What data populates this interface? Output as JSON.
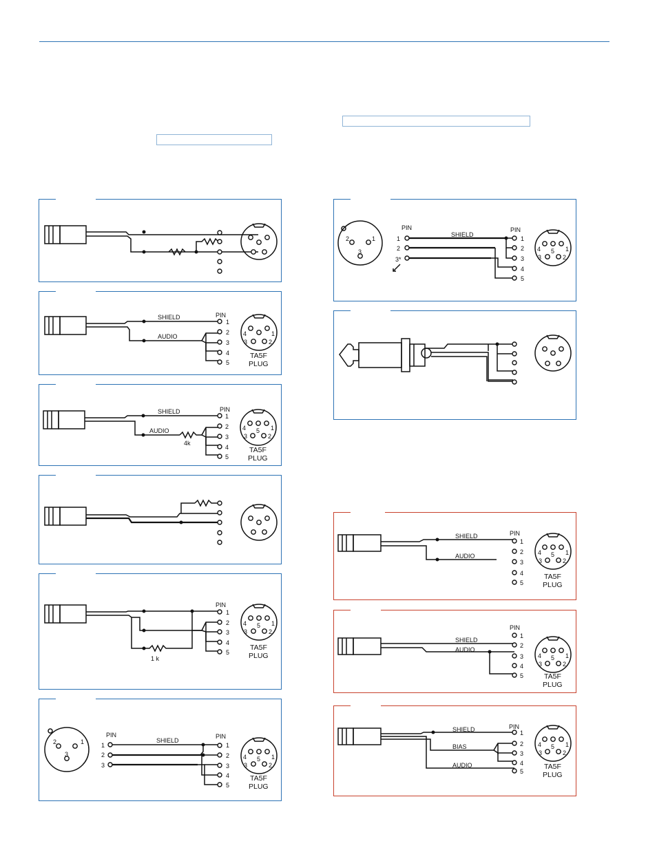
{
  "labels": {
    "shield": "SHIELD",
    "audio": "AUDIO",
    "bias": "BIAS",
    "pin": "PIN",
    "plug_line1": "TA5F",
    "plug_line2": "PLUG",
    "r4k": "4k",
    "r1k": "1 k",
    "pin3star": "3*"
  },
  "pin_numbers": [
    "1",
    "2",
    "3",
    "4",
    "5"
  ],
  "xlr_pins": [
    "1",
    "2",
    "3"
  ],
  "connector_pins": [
    "1",
    "2",
    "3",
    "4",
    "5"
  ],
  "colors": {
    "blue_border": "#2c72b4",
    "red_border": "#c8412c",
    "highlight_box": "#8fb4d6"
  }
}
